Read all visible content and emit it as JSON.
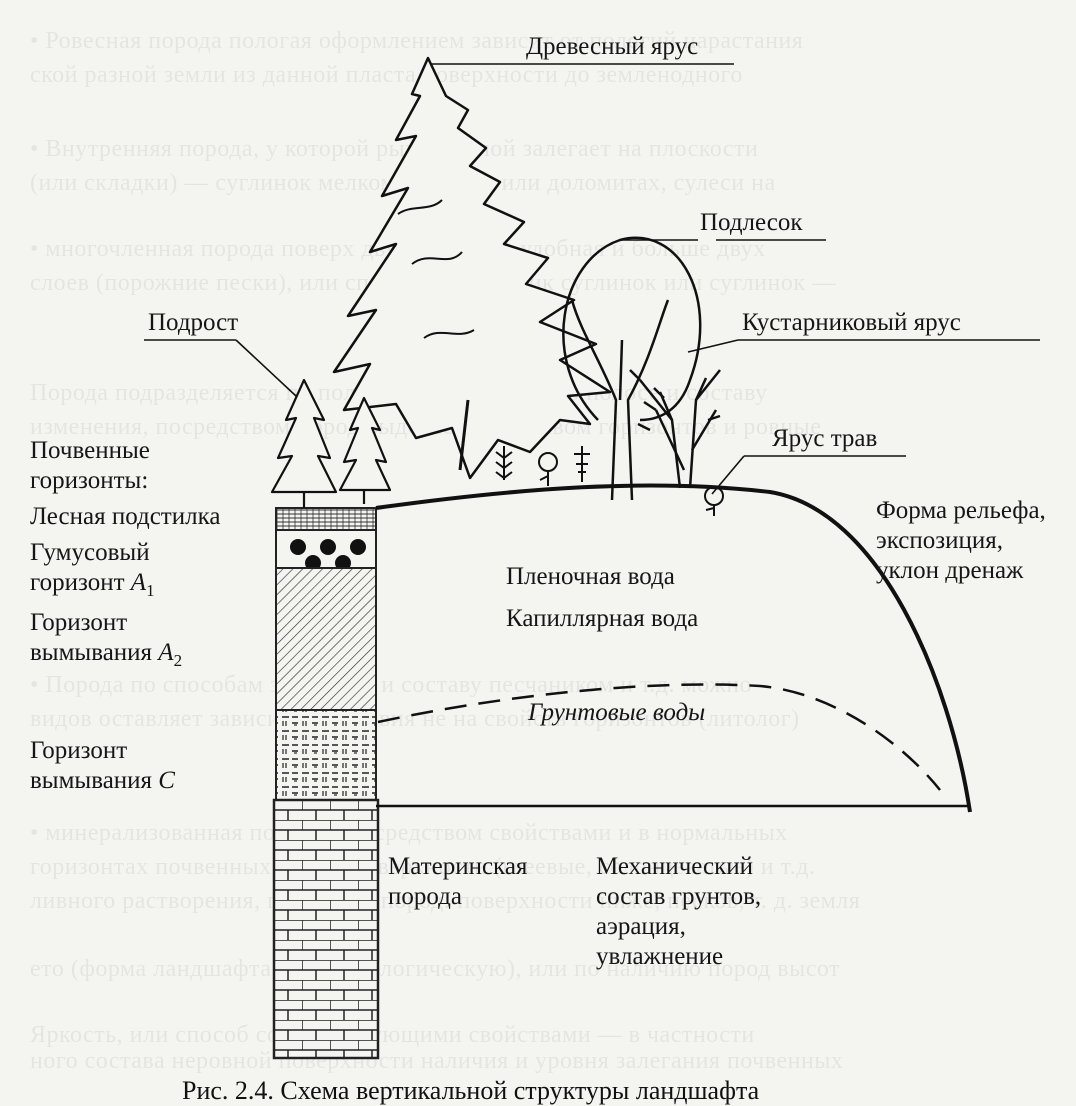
{
  "labels": {
    "tree_layer": "Древесный ярус",
    "undergrowth": "Подлесок",
    "shrub_layer": "Кустарниковый ярус",
    "young_growth": "Подрост",
    "grass_layer": "Ярус трав",
    "soil_horizons": "Почвенные горизонты:",
    "forest_litter": "Лесная подстилка",
    "humus_horizon": "Гумусовый горизонт",
    "humus_index": "1",
    "leaching_horizon_a": "Горизонт вымывания",
    "leaching_a_index": "2",
    "leaching_horizon_c": "Горизонт вымывания",
    "leaching_c_letter": "C",
    "relief": "Форма рельефа, экспозиция, уклон дренаж",
    "film_water": "Пленочная вода",
    "capillary_water": "Капиллярная вода",
    "ground_water": "Грунтовые воды",
    "parent_rock": "Материнская порода",
    "mechanical": "Механический состав грунтов, аэрация, увлажнение"
  },
  "caption": "Рис. 2.4. Схема вертикальной структуры ландшафта"
}
